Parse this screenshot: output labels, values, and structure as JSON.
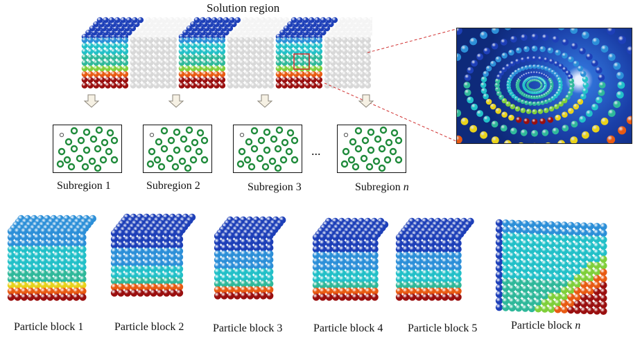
{
  "title": "Solution region",
  "ellipsis": "...",
  "subregions": [
    {
      "label": "Subregion 1",
      "suffix": ""
    },
    {
      "label": "Subregion 2",
      "suffix": ""
    },
    {
      "label": "Subregion 3",
      "suffix": ""
    },
    {
      "label": "Subregion ",
      "suffix": "n"
    }
  ],
  "particle_blocks": [
    {
      "label": "Particle block 1",
      "suffix": ""
    },
    {
      "label": "Particle block 2",
      "suffix": ""
    },
    {
      "label": "Particle block 3",
      "suffix": ""
    },
    {
      "label": "Particle block 4",
      "suffix": ""
    },
    {
      "label": "Particle block 5",
      "suffix": ""
    },
    {
      "label": "Particle block ",
      "suffix": "n"
    }
  ],
  "colors": {
    "dark_blue": "#1d3fb8",
    "blue": "#2c8fd8",
    "cyan": "#22c0c8",
    "teal": "#2fb89a",
    "green": "#7fcf3a",
    "yellow": "#e8d21a",
    "orange": "#e85a12",
    "red": "#9a0f0f",
    "white_particle": "#d8d8d8",
    "ring_green": "#1e8a3a",
    "callout_red": "#d03030"
  }
}
